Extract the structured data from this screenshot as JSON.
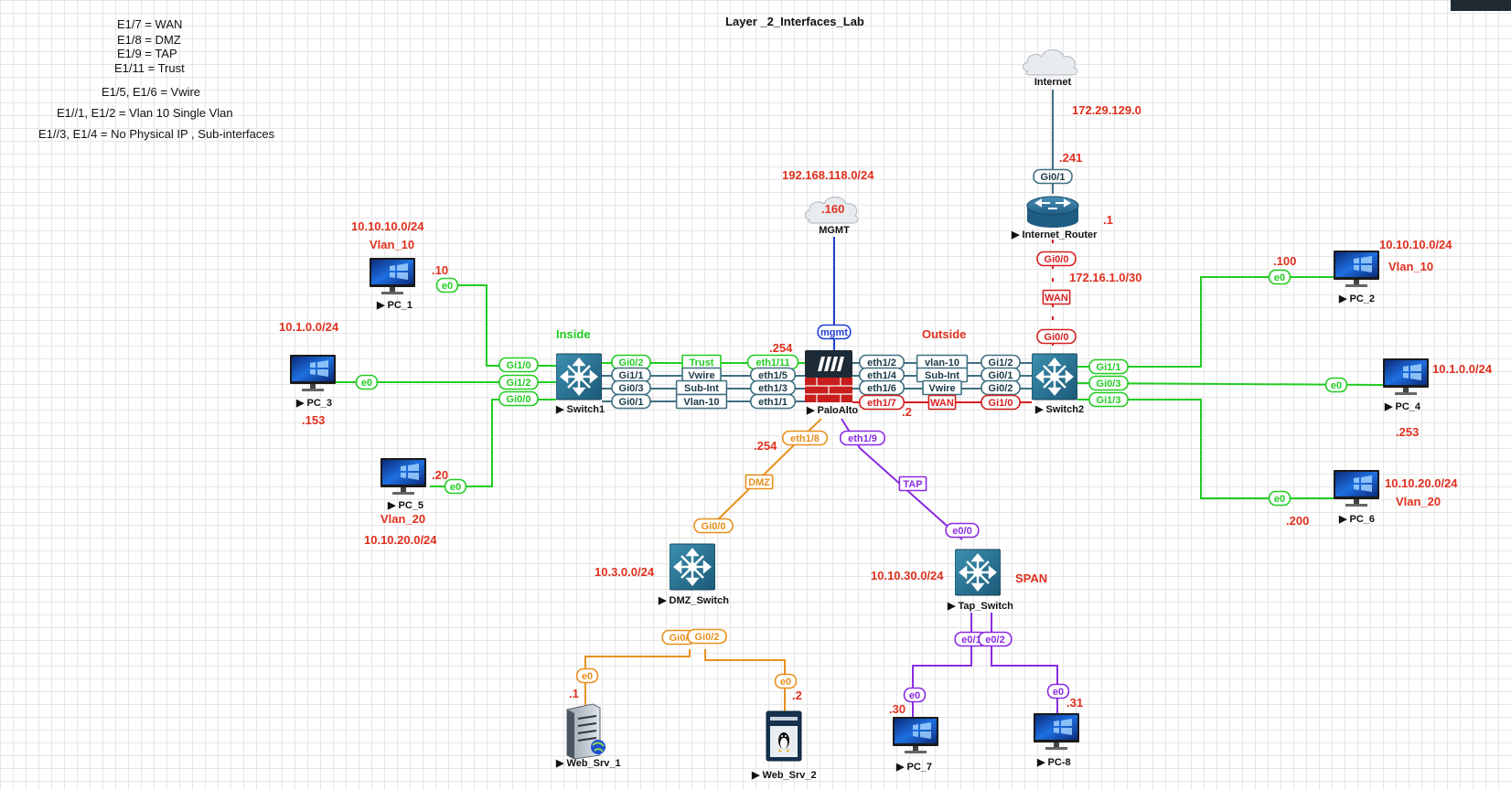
{
  "title": "Layer _2_Interfaces_Lab",
  "legend": [
    "E1/7  = WAN",
    "E1/8  = DMZ",
    "E1/9  = TAP",
    "E1/11 = Trust",
    "E1/5, E1/6  = Vwire",
    "E1//1, E1/2  = Vlan 10  Single Vlan",
    "E1//3, E1/4  = No Physical IP , Sub-interfaces"
  ],
  "colors": {
    "green": "#22cc22",
    "teal": "#3f6f80",
    "red": "#d61f1f",
    "orange": "#e8901e",
    "purple": "#8a2be2",
    "blue": "#1f3fd0",
    "label_red": "#e0301e"
  },
  "devices": {
    "pc1": "PC_1",
    "pc2": "PC_2",
    "pc3": "PC_3",
    "pc4": "PC_4",
    "pc5": "PC_5",
    "pc6": "PC_6",
    "pc7": "PC_7",
    "pc8": "PC-8",
    "switch1": "Switch1",
    "switch2": "Switch2",
    "paloalto": "PaloAlto",
    "dmz_switch": "DMZ_Switch",
    "tap_switch": "Tap_Switch",
    "internet_router": "Internet_Router",
    "internet": "Internet",
    "mgmt": "MGMT",
    "web_srv_1": "Web_Srv_1",
    "web_srv_2": "Web_Srv_2"
  },
  "ports": {
    "pc1_e0": "e0",
    "pc3_e0": "e0",
    "pc5_e0": "e0",
    "sw1_gi10": "Gi1/0",
    "sw1_gi12": "Gi1/2",
    "sw1_gi00": "Gi0/0",
    "sw1_gi02": "Gi0/2",
    "sw1_gi11": "Gi1/1",
    "sw1_gi03": "Gi0/3",
    "sw1_gi01": "Gi0/1",
    "pa_eth111": "eth1/11",
    "pa_eth15": "eth1/5",
    "pa_eth13": "eth1/3",
    "pa_eth11": "eth1/1",
    "pa_eth12": "eth1/2",
    "pa_eth14": "eth1/4",
    "pa_eth16": "eth1/6",
    "pa_eth17": "eth1/7",
    "pa_eth18": "eth1/8",
    "pa_eth19": "eth1/9",
    "pa_mgmt": "mgmt",
    "sw2_gi12": "Gi1/2",
    "sw2_gi01": "Gi0/1",
    "sw2_gi02": "Gi0/2",
    "sw2_gi10": "Gi1/0",
    "sw2_gi11": "Gi1/1",
    "sw2_gi03": "Gi0/3",
    "sw2_gi13": "Gi1/3",
    "pc2_e0": "e0",
    "pc4_e0": "e0",
    "pc6_e0": "e0",
    "rtr_gi01": "Gi0/1",
    "rtr_gi00": "Gi0/0",
    "sw2_gi00": "Gi0/0",
    "dmz_gi00": "Gi0/0",
    "dmz_gi01": "Gi0/",
    "dmz_gi02": "Gi0/2",
    "srv1_e0": "e0",
    "srv2_e0": "e0",
    "tap_e00": "e0/0",
    "tap_e01": "e0/1",
    "tap_e02": "e0/2",
    "pc7_e0": "e0",
    "pc8_e0": "e0"
  },
  "link_labels": {
    "trust": "Trust",
    "vwire_left": "Vwire",
    "subint_left": "Sub-Int",
    "vlan10_left": "Vlan-10",
    "vlan10_right": "vlan-10",
    "subint_right": "Sub-Int",
    "vwire_right": "Vwire",
    "wan_right": "WAN",
    "wan_vertical": "WAN",
    "dmz": "DMZ",
    "tap": "TAP"
  },
  "annotations": {
    "inside": "Inside",
    "outside": "Outside",
    "span": "SPAN",
    "net_192": "192.168.118.0/24",
    "mgmt_ip": ".160",
    "net_172_29": "172.29.129.0",
    "rtr_241": ".241",
    "rtr_1": ".1",
    "net_172_16": "172.16.1.0/30",
    "pa_254": ".254",
    "pa_2": ".2",
    "dmz_254": ".254",
    "pc1_net": "10.10.10.0/24",
    "pc1_vlan": "Vlan_10",
    "pc1_ip": ".10",
    "pc3_net": "10.1.0.0/24",
    "pc3_ip": ".153",
    "pc5_ip": ".20",
    "pc5_vlan": "Vlan_20",
    "pc5_net": "10.10.20.0/24",
    "pc2_ip": ".100",
    "pc2_net": "10.10.10.0/24",
    "pc2_vlan": "Vlan_10",
    "pc4_net": "10.1.0.0/24",
    "pc4_ip": ".253",
    "pc6_net": "10.10.20.0/24",
    "pc6_vlan": "Vlan_20",
    "pc6_ip": ".200",
    "dmz_net": "10.3.0.0/24",
    "srv1_ip": ".1",
    "srv2_ip": ".2",
    "tap_net": "10.10.30.0/24",
    "pc7_ip": ".30",
    "pc8_ip": ".31"
  }
}
